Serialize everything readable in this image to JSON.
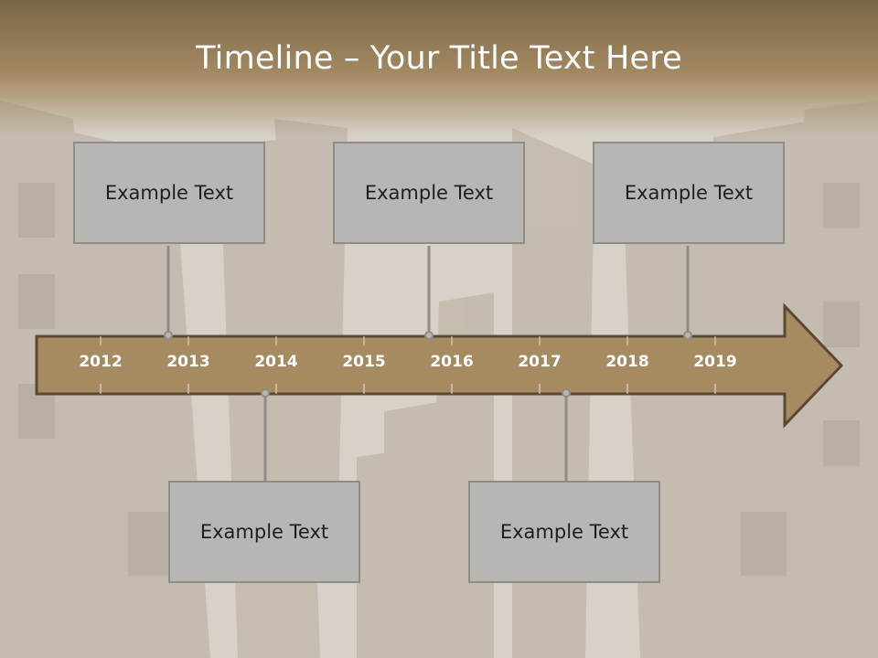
{
  "slide": {
    "title": "Timeline – Your Title Text Here"
  },
  "colors": {
    "header": "#a48a62",
    "arrow_fill": "#a68a60",
    "arrow_stroke": "#5b4a33",
    "box_fill": "#b8b6b3",
    "connector": "#8f8c88"
  },
  "timeline": {
    "years": [
      "2012",
      "2013",
      "2014",
      "2015",
      "2016",
      "2017",
      "2018",
      "2019"
    ]
  },
  "events": {
    "top": [
      {
        "text": "Example Text"
      },
      {
        "text": "Example Text"
      },
      {
        "text": "Example Text"
      }
    ],
    "bottom": [
      {
        "text": "Example Text"
      },
      {
        "text": "Example Text"
      }
    ]
  }
}
